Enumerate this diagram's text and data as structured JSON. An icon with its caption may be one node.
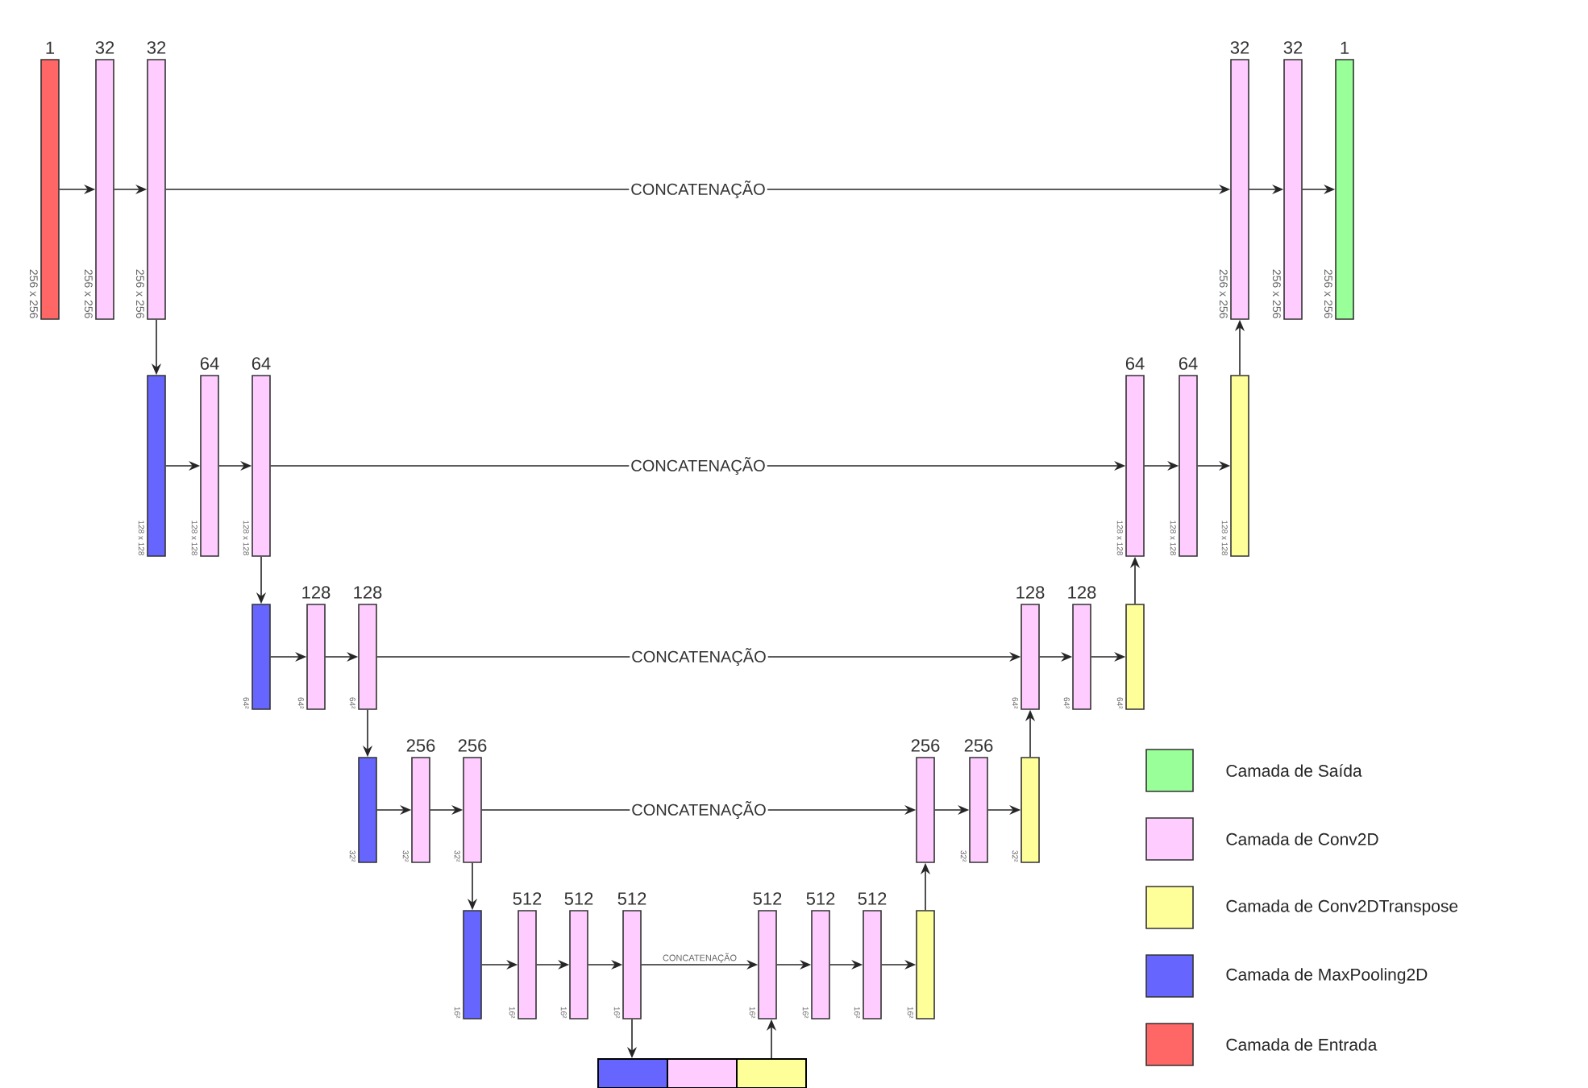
{
  "diagram": {
    "nodes": [
      {
        "text": [
          "1"
        ],
        "beside": [
          "256 x 256"
        ]
      },
      {
        "text": [
          "32"
        ],
        "beside": [
          "256 x 256"
        ]
      },
      {
        "text": [
          "32"
        ],
        "beside": [
          "256 x 256"
        ]
      },
      {
        "text": [
          "32"
        ],
        "beside": [
          "256 x 256"
        ]
      },
      {
        "text": [
          "32"
        ],
        "beside": [
          "256 x 256"
        ]
      },
      {
        "text": [
          "1"
        ],
        "beside": [
          "256 x 256"
        ]
      },
      {
        "text": [],
        "shape": "bar",
        "beside": [
          "128 x 128"
        ]
      },
      {
        "text": [
          "64"
        ],
        "beside": [
          "128 x 128"
        ]
      },
      {
        "text": [
          "64"
        ],
        "beside": [
          "128 x 128"
        ]
      },
      {
        "text": [
          "64"
        ],
        "beside": [
          "128 x 128"
        ]
      },
      {
        "text": [
          "64"
        ],
        "beside": [
          "128 x 128"
        ]
      },
      {
        "text": [],
        "shape": "bar",
        "beside": [
          "128 x 128"
        ]
      },
      {
        "text": [],
        "shape": "bar",
        "beside": [
          "64²"
        ]
      },
      {
        "text": [
          "128"
        ],
        "beside": [
          "64²"
        ]
      },
      {
        "text": [
          "128"
        ],
        "beside": [
          "64²"
        ]
      },
      {
        "text": [
          "128"
        ],
        "beside": [
          "64²"
        ]
      },
      {
        "text": [
          "128"
        ],
        "beside": [
          "64²"
        ]
      },
      {
        "text": [],
        "shape": "bar",
        "beside": [
          "64²"
        ]
      },
      {
        "text": [],
        "shape": "bar",
        "beside": [
          "32²"
        ]
      },
      {
        "text": [
          "256"
        ],
        "beside": [
          "32²"
        ]
      },
      {
        "text": [
          "256"
        ],
        "beside": [
          "32²"
        ]
      },
      {
        "text": [
          "256"
        ]
      },
      {
        "text": [
          "256"
        ],
        "beside": [
          "32²"
        ]
      },
      {
        "text": [],
        "shape": "bar",
        "beside": [
          "32²"
        ]
      },
      {
        "text": [],
        "shape": "bar",
        "beside": [
          "16²"
        ]
      },
      {
        "text": [
          "512"
        ],
        "beside": [
          "16²"
        ]
      },
      {
        "text": [
          "512"
        ],
        "beside": [
          "16²"
        ]
      },
      {
        "text": [
          "512"
        ],
        "beside": [
          "16²"
        ]
      },
      {
        "text": [
          "512"
        ],
        "beside": [
          "16²"
        ]
      },
      {
        "text": [
          "512"
        ],
        "beside": [
          "16²"
        ]
      },
      {
        "text": [
          "512"
        ],
        "beside": [
          "16²"
        ]
      },
      {
        "text": [],
        "shape": "bar",
        "beside": [
          "16²"
        ]
      },
      {
        "text": [],
        "shape": "box"
      },
      {
        "text": [],
        "shape": "box"
      },
      {
        "text": [],
        "shape": "box"
      }
    ],
    "edges": [
      {
        "from": 0,
        "to": 1,
        "arrow": "to"
      },
      {
        "from": 1,
        "to": 2,
        "arrow": "to"
      },
      {
        "from": 2,
        "to": 3,
        "arrow": "to",
        "label": "CONCATENAÇÃO"
      },
      {
        "from": 3,
        "to": 4,
        "arrow": "to"
      },
      {
        "from": 4,
        "to": 5,
        "arrow": "to"
      },
      {
        "from": 2,
        "to": 6,
        "arrow": "to"
      },
      {
        "from": 6,
        "to": 7,
        "arrow": "to"
      },
      {
        "from": 7,
        "to": 8,
        "arrow": "to"
      },
      {
        "from": 8,
        "to": 9,
        "arrow": "to",
        "label": "CONCATENAÇÃO"
      },
      {
        "from": 9,
        "to": 10,
        "arrow": "to"
      },
      {
        "from": 10,
        "to": 11,
        "arrow": "to"
      },
      {
        "from": 11,
        "to": 3,
        "arrow": "to"
      },
      {
        "from": 8,
        "to": 12,
        "arrow": "to"
      },
      {
        "from": 12,
        "to": 13,
        "arrow": "to"
      },
      {
        "from": 13,
        "to": 14,
        "arrow": "to"
      },
      {
        "from": 14,
        "to": 15,
        "arrow": "to",
        "label": "CONCATENAÇÃO"
      },
      {
        "from": 15,
        "to": 16,
        "arrow": "to"
      },
      {
        "from": 16,
        "to": 17,
        "arrow": "to"
      },
      {
        "from": 17,
        "to": 9,
        "arrow": "to"
      },
      {
        "from": 14,
        "to": 18,
        "arrow": "to"
      },
      {
        "from": 18,
        "to": 19,
        "arrow": "to"
      },
      {
        "from": 19,
        "to": 20,
        "arrow": "to"
      },
      {
        "from": 20,
        "to": 21,
        "arrow": "to",
        "label": "CONCATENAÇÃO"
      },
      {
        "from": 21,
        "to": 22,
        "arrow": "to"
      },
      {
        "from": 22,
        "to": 23,
        "arrow": "to"
      },
      {
        "from": 23,
        "to": 15,
        "arrow": "to"
      },
      {
        "from": 20,
        "to": 24,
        "arrow": "to"
      },
      {
        "from": 24,
        "to": 25,
        "arrow": "to"
      },
      {
        "from": 25,
        "to": 26,
        "arrow": "to"
      },
      {
        "from": 26,
        "to": 27,
        "arrow": "to"
      },
      {
        "from": 27,
        "to": 28,
        "arrow": "to",
        "label": "CONCATENAÇÃO"
      },
      {
        "from": 28,
        "to": 29,
        "arrow": "to"
      },
      {
        "from": 29,
        "to": 30,
        "arrow": "to"
      },
      {
        "from": 30,
        "to": 31,
        "arrow": "to"
      },
      {
        "from": 31,
        "to": 21,
        "arrow": "to"
      },
      {
        "from": 27,
        "to": 32,
        "arrow": "to"
      },
      {
        "from": 34,
        "to": 28,
        "arrow": "to"
      }
    ],
    "legend": [
      {
        "text": "Camada de Saída",
        "color": "#99ff99"
      },
      {
        "text": "Camada de Conv2D",
        "color": "#ffccff"
      },
      {
        "text": "Camada de Conv2DTranspose",
        "color": "#ffff99"
      },
      {
        "text": "Camada de MaxPooling2D",
        "color": "#6666ff"
      },
      {
        "text": "Camada de Entrada",
        "color": "#ff6666"
      }
    ]
  }
}
